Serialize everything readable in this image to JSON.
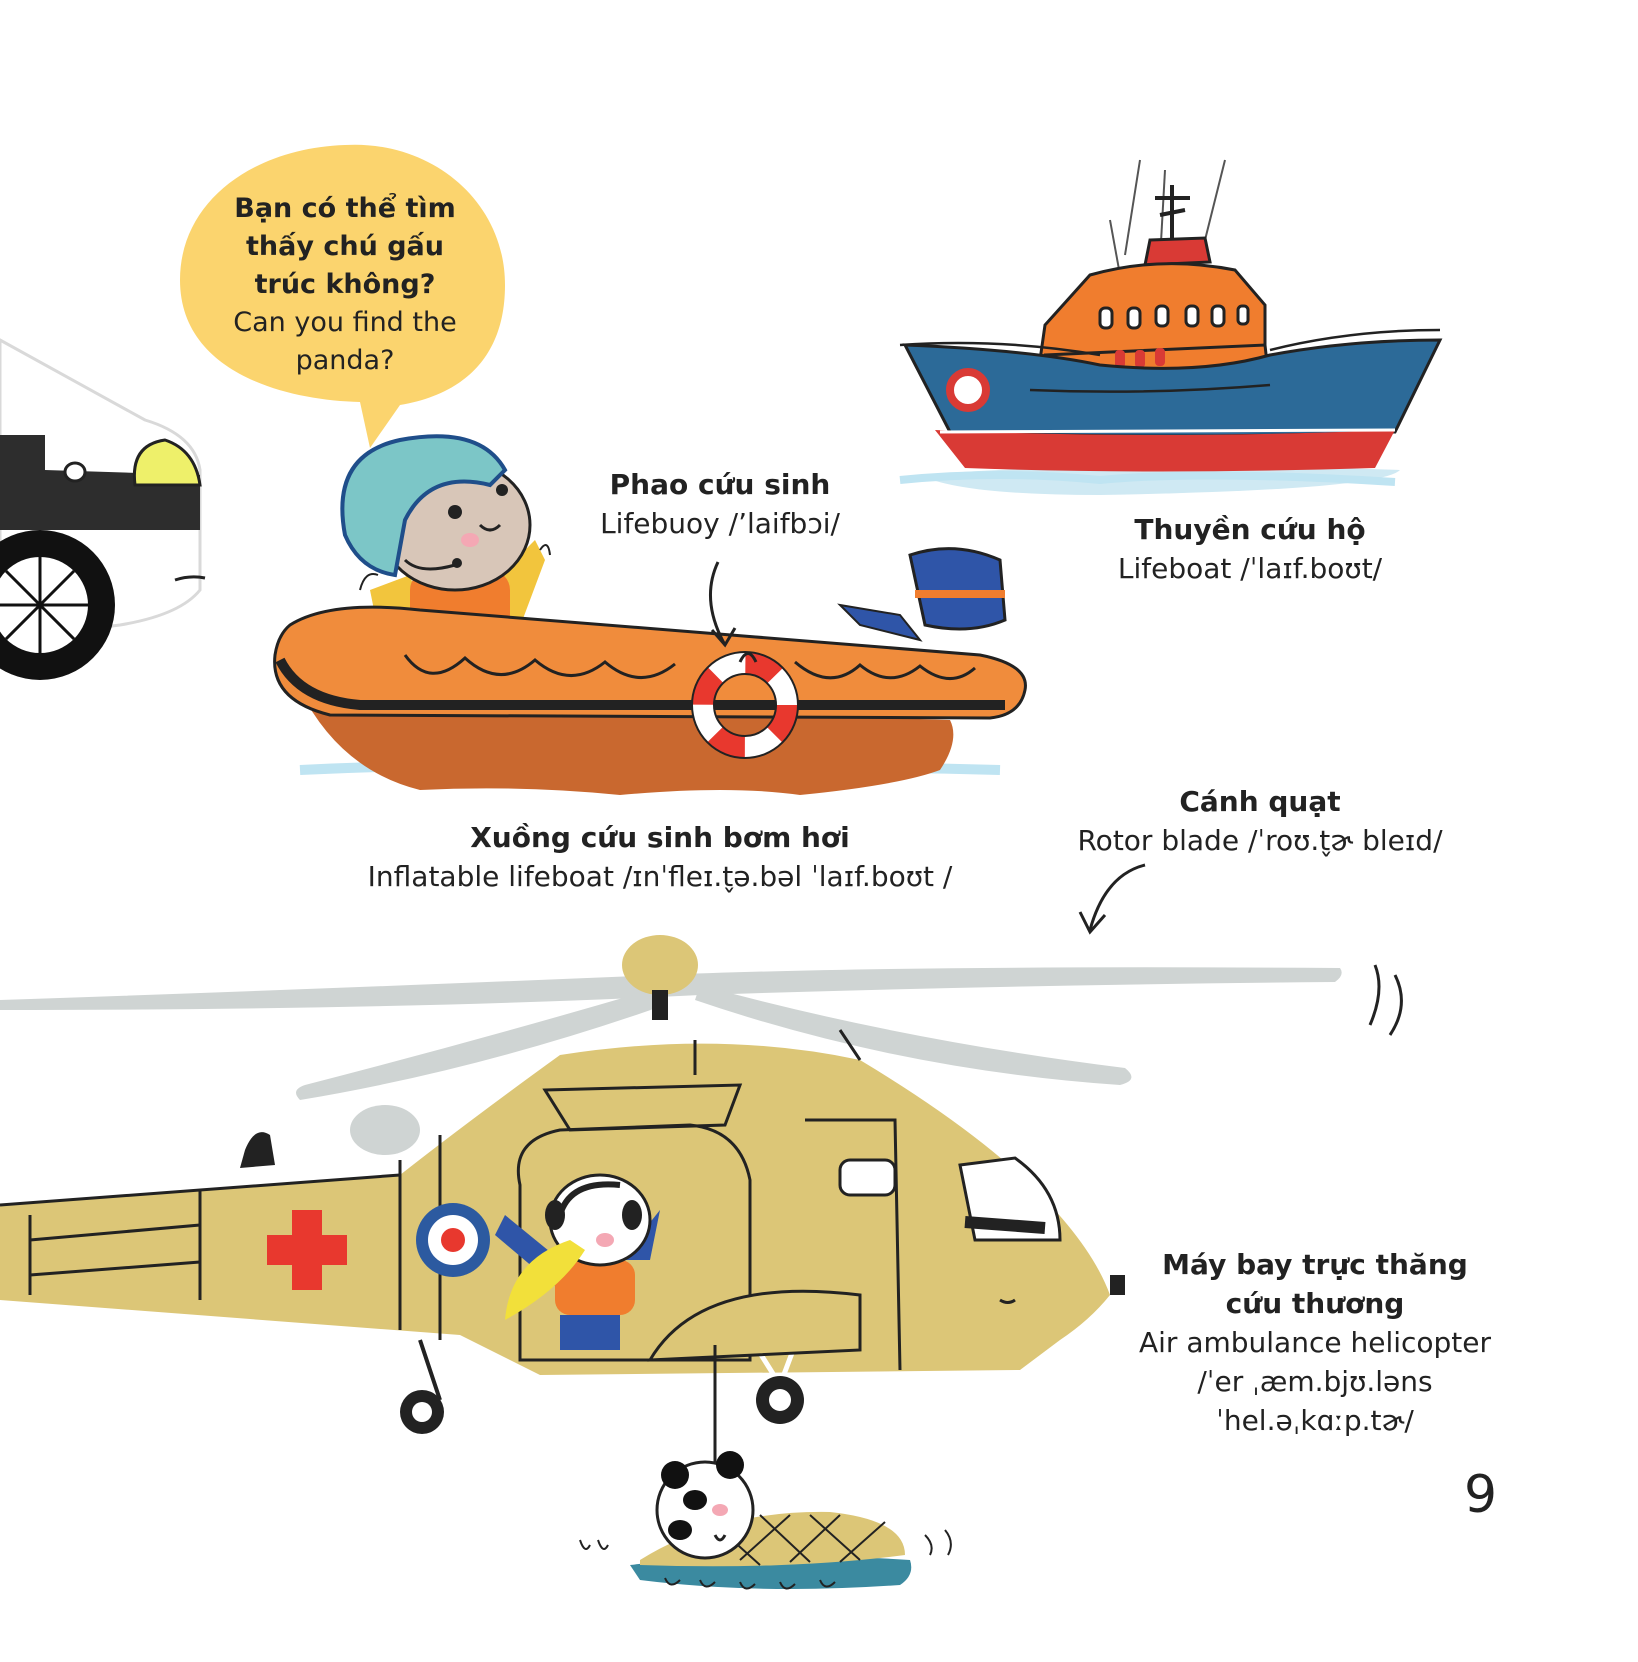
{
  "speech_bubble": {
    "question_vi_line1": "Bạn có thể tìm",
    "question_vi_line2": "thấy chú gấu",
    "question_vi_line3": "trúc không?",
    "question_en_line1": "Can you find the",
    "question_en_line2": "panda?"
  },
  "labels": {
    "lifebuoy": {
      "vi": "Phao cứu sinh",
      "en": "Lifebuoy /’laifbɔi/"
    },
    "lifeboat": {
      "vi": "Thuyền cứu hộ",
      "en": "Lifeboat /ˈlaɪf.boʊt/"
    },
    "inflatable": {
      "vi": "Xuồng cứu sinh bơm hơi",
      "en": "Inflatable lifeboat /ɪnˈfleɪ.t̬ə.bəl ˈlaɪf.boʊt /"
    },
    "rotor": {
      "vi": "Cánh quạt",
      "en": "Rotor blade /ˈroʊ.t̬ɚ bleɪd/"
    },
    "helicopter": {
      "vi_line1": "Máy bay trực thăng",
      "vi_line2": "cứu thương",
      "en_line1": "Air ambulance helicopter",
      "en_line2": "/ˈer ˌæm.bjʊ.ləns",
      "en_line3": "ˈhel.əˌkɑːp.tɚ/"
    }
  },
  "page_number": "9",
  "colors": {
    "bubble": "#fbd46e",
    "helicopter": "#dcc677",
    "rotor": "#cfd4d3",
    "inflatable_boat": "#f08c3c",
    "lifeboat_orange": "#f07d2e",
    "lifeboat_hull": "#2c6a98",
    "lifeboat_red": "#d93a35",
    "water": "#bfe4f2",
    "helmet": "#7cc6c7",
    "red_cross": "#e8382e"
  }
}
